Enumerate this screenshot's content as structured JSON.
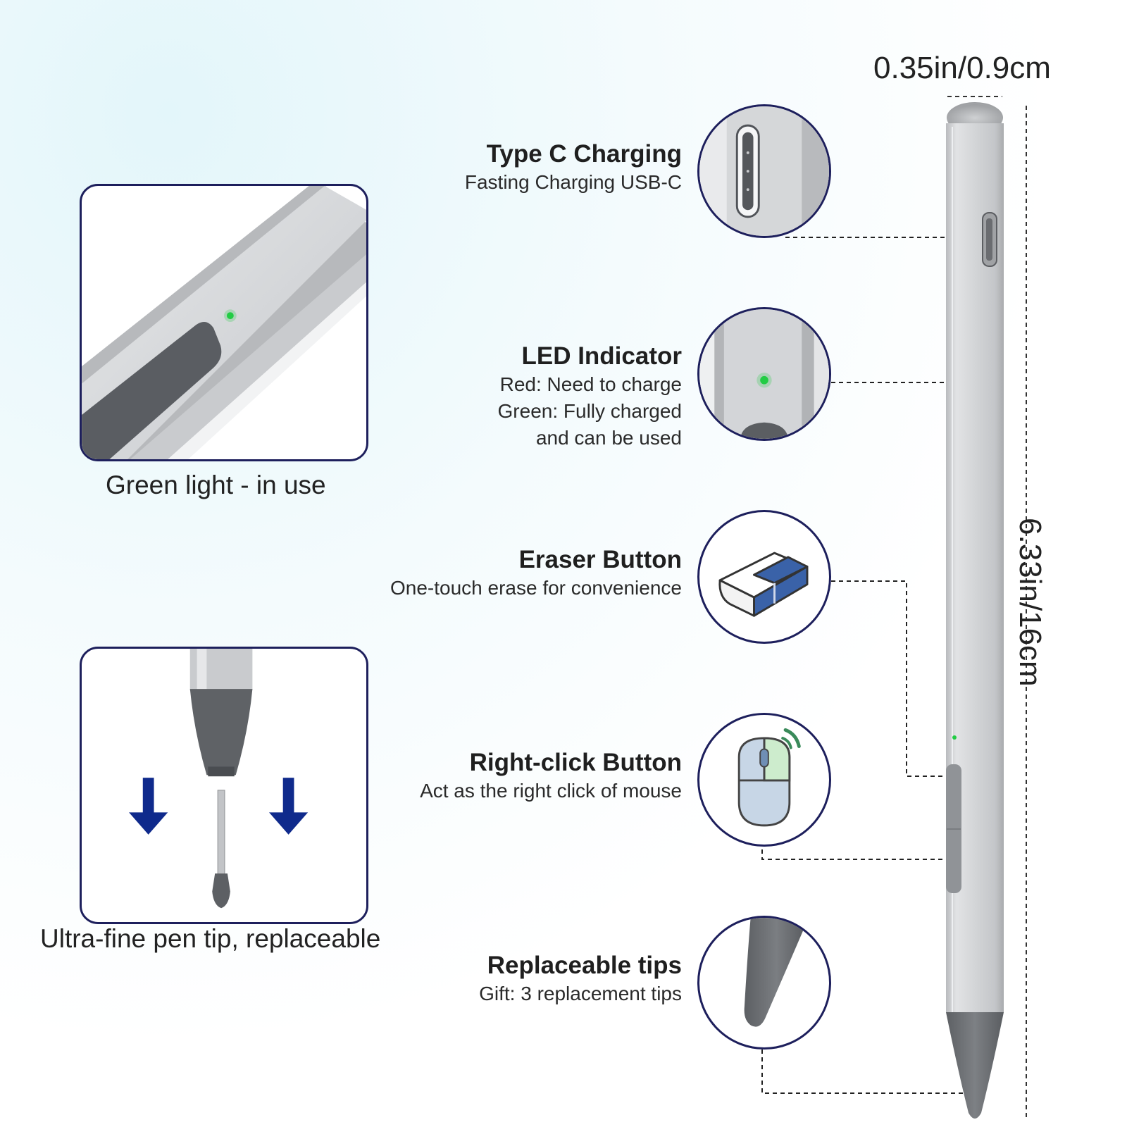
{
  "dimensions": {
    "width_label": "0.35in/0.9cm",
    "length_label": "6.33in/16cm"
  },
  "panels": {
    "led": {
      "caption": "Green light - in use"
    },
    "tip": {
      "caption": "Ultra-fine pen tip, replaceable"
    }
  },
  "features": [
    {
      "title": "Type C Charging",
      "desc": [
        "Fasting Charging USB-C"
      ]
    },
    {
      "title": "LED Indicator",
      "desc": [
        "Red: Need to charge",
        "Green: Fully charged",
        "and can be used"
      ]
    },
    {
      "title": "Eraser Button",
      "desc": [
        "One-touch erase for convenience"
      ]
    },
    {
      "title": "Right-click Button",
      "desc": [
        "Act as the right click of mouse"
      ]
    },
    {
      "title": "Replaceable tips",
      "desc": [
        "Gift: 3 replacement tips"
      ]
    }
  ],
  "colors": {
    "outline": "#1d1f5c",
    "led_green": "#22cc44",
    "arrow_blue": "#0f2a8c",
    "eraser_blue": "#3a62a8",
    "pen_silver": "#d2d4d6",
    "tip_gray": "#6b6e72"
  },
  "icons": [
    "usb-c-port-icon",
    "led-light-icon",
    "eraser-icon",
    "mouse-icon",
    "pen-tip-icon",
    "down-arrow-icon"
  ]
}
